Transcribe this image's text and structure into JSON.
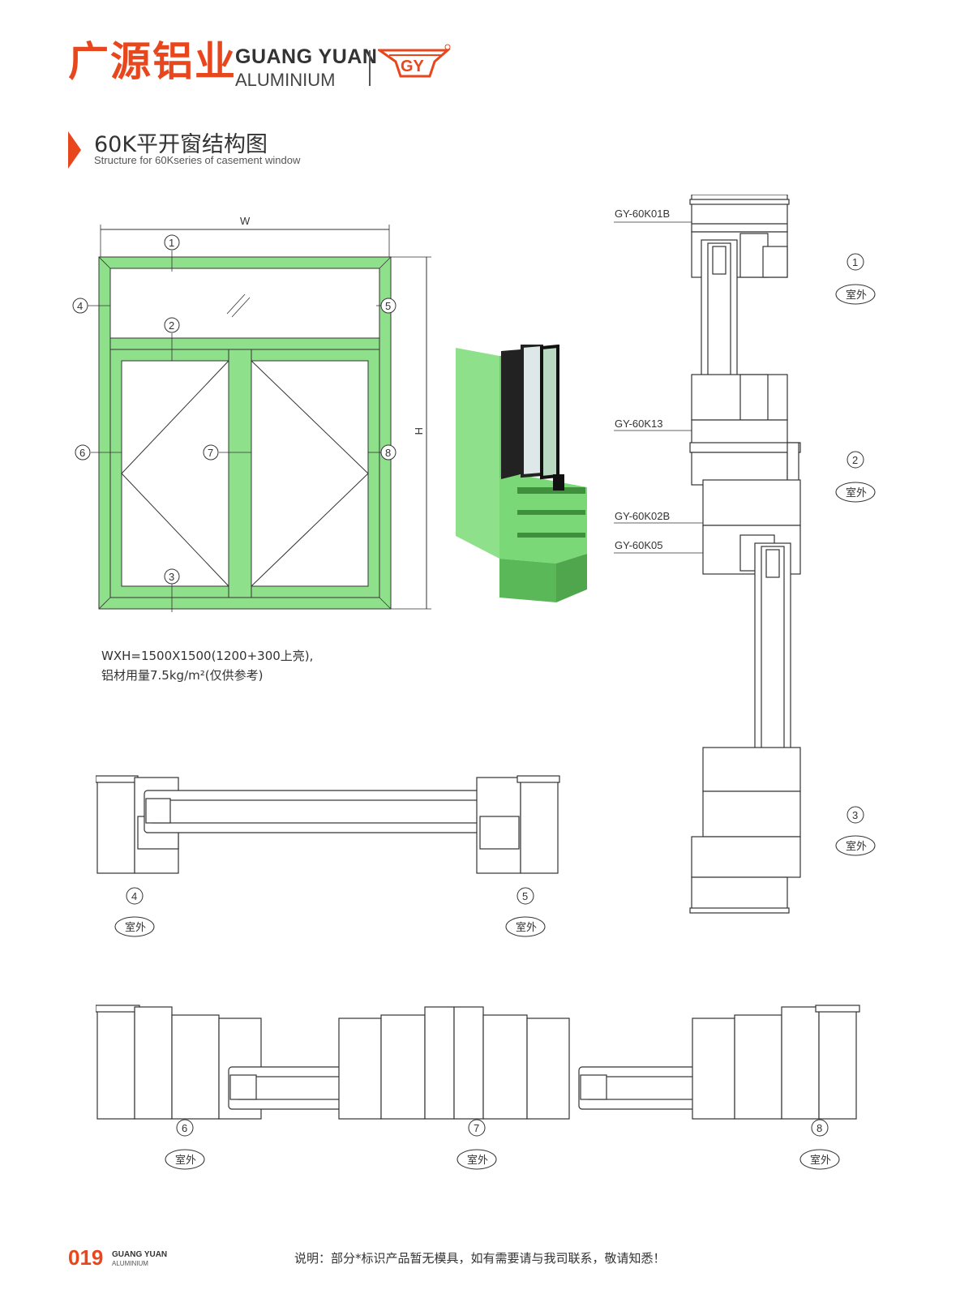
{
  "header": {
    "brand_cn": "广源铝业",
    "brand_en_line1": "GUANG YUAN",
    "brand_en_line2": "ALUMINIUM",
    "logo_text": "GY"
  },
  "title": {
    "cn": "60K平开窗结构图",
    "en": "Structure for 60Kseries of casement window"
  },
  "elevation": {
    "width_label": "W",
    "height_label": "H",
    "callouts": [
      "1",
      "2",
      "3",
      "4",
      "5",
      "6",
      "7",
      "8"
    ]
  },
  "spec": {
    "line1": "WXH=1500X1500(1200+300上亮),",
    "line2": "铝材用量7.5kg/m²(仅供参考)"
  },
  "profiles": {
    "codes": [
      "GY-60K01B",
      "GY-60K13",
      "GY-60K02B",
      "GY-60K05"
    ],
    "outdoor_label": "室外",
    "section_numbers": [
      "1",
      "2",
      "3",
      "4",
      "5",
      "6",
      "7",
      "8"
    ]
  },
  "footer": {
    "page_number": "019",
    "brand_line1": "GUANG YUAN",
    "brand_line2": "ALUMINIUM",
    "note": "说明：部分*标识产品暂无模具，如有需要请与我司联系，敬请知悉！"
  },
  "colors": {
    "brand": "#e8471e",
    "frame_green": "#8fe08a",
    "line": "#333333"
  }
}
